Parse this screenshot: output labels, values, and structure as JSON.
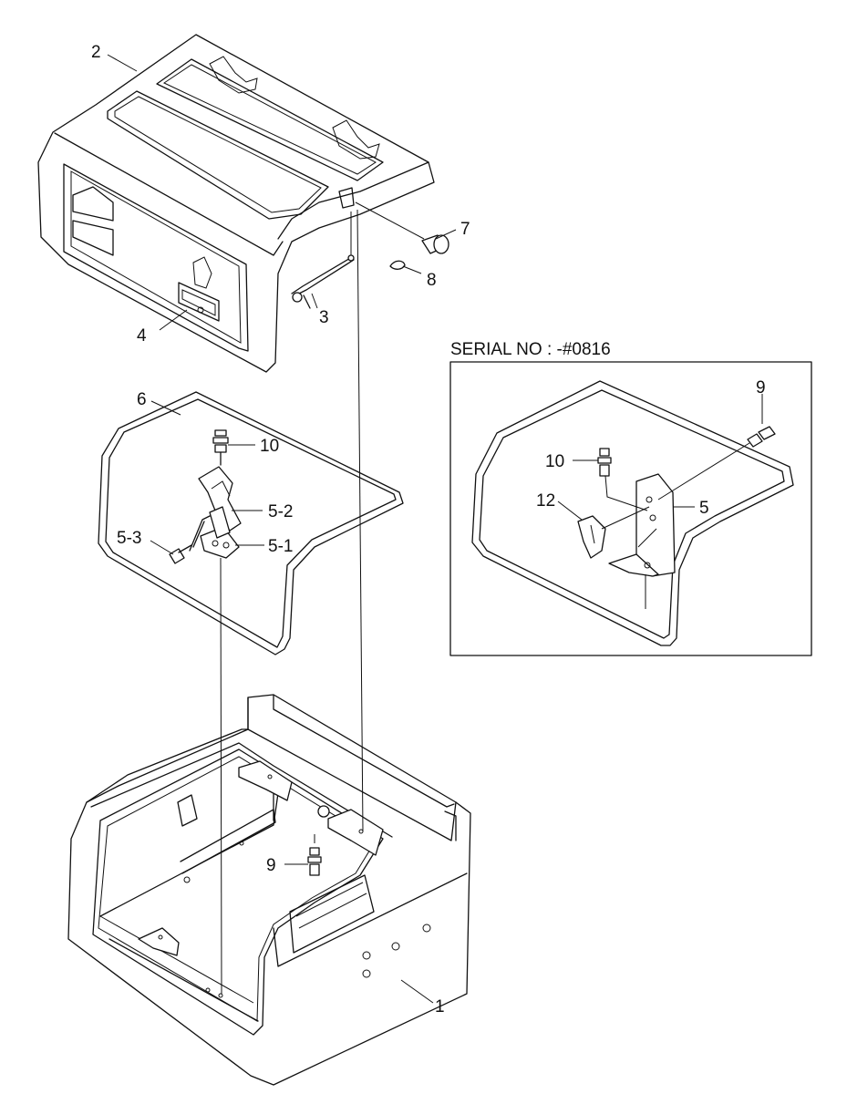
{
  "inset": {
    "title": "SERIAL NO : -#0816"
  },
  "labels": {
    "p1": "1",
    "p2": "2",
    "p3": "3",
    "p4": "4",
    "p5": "5",
    "p5_1": "5-1",
    "p5_2": "5-2",
    "p5_3": "5-3",
    "p6": "6",
    "p7": "7",
    "p8": "8",
    "p9": "9",
    "p10": "10",
    "p12": "12",
    "inset_p9": "9",
    "inset_p10": "10"
  }
}
